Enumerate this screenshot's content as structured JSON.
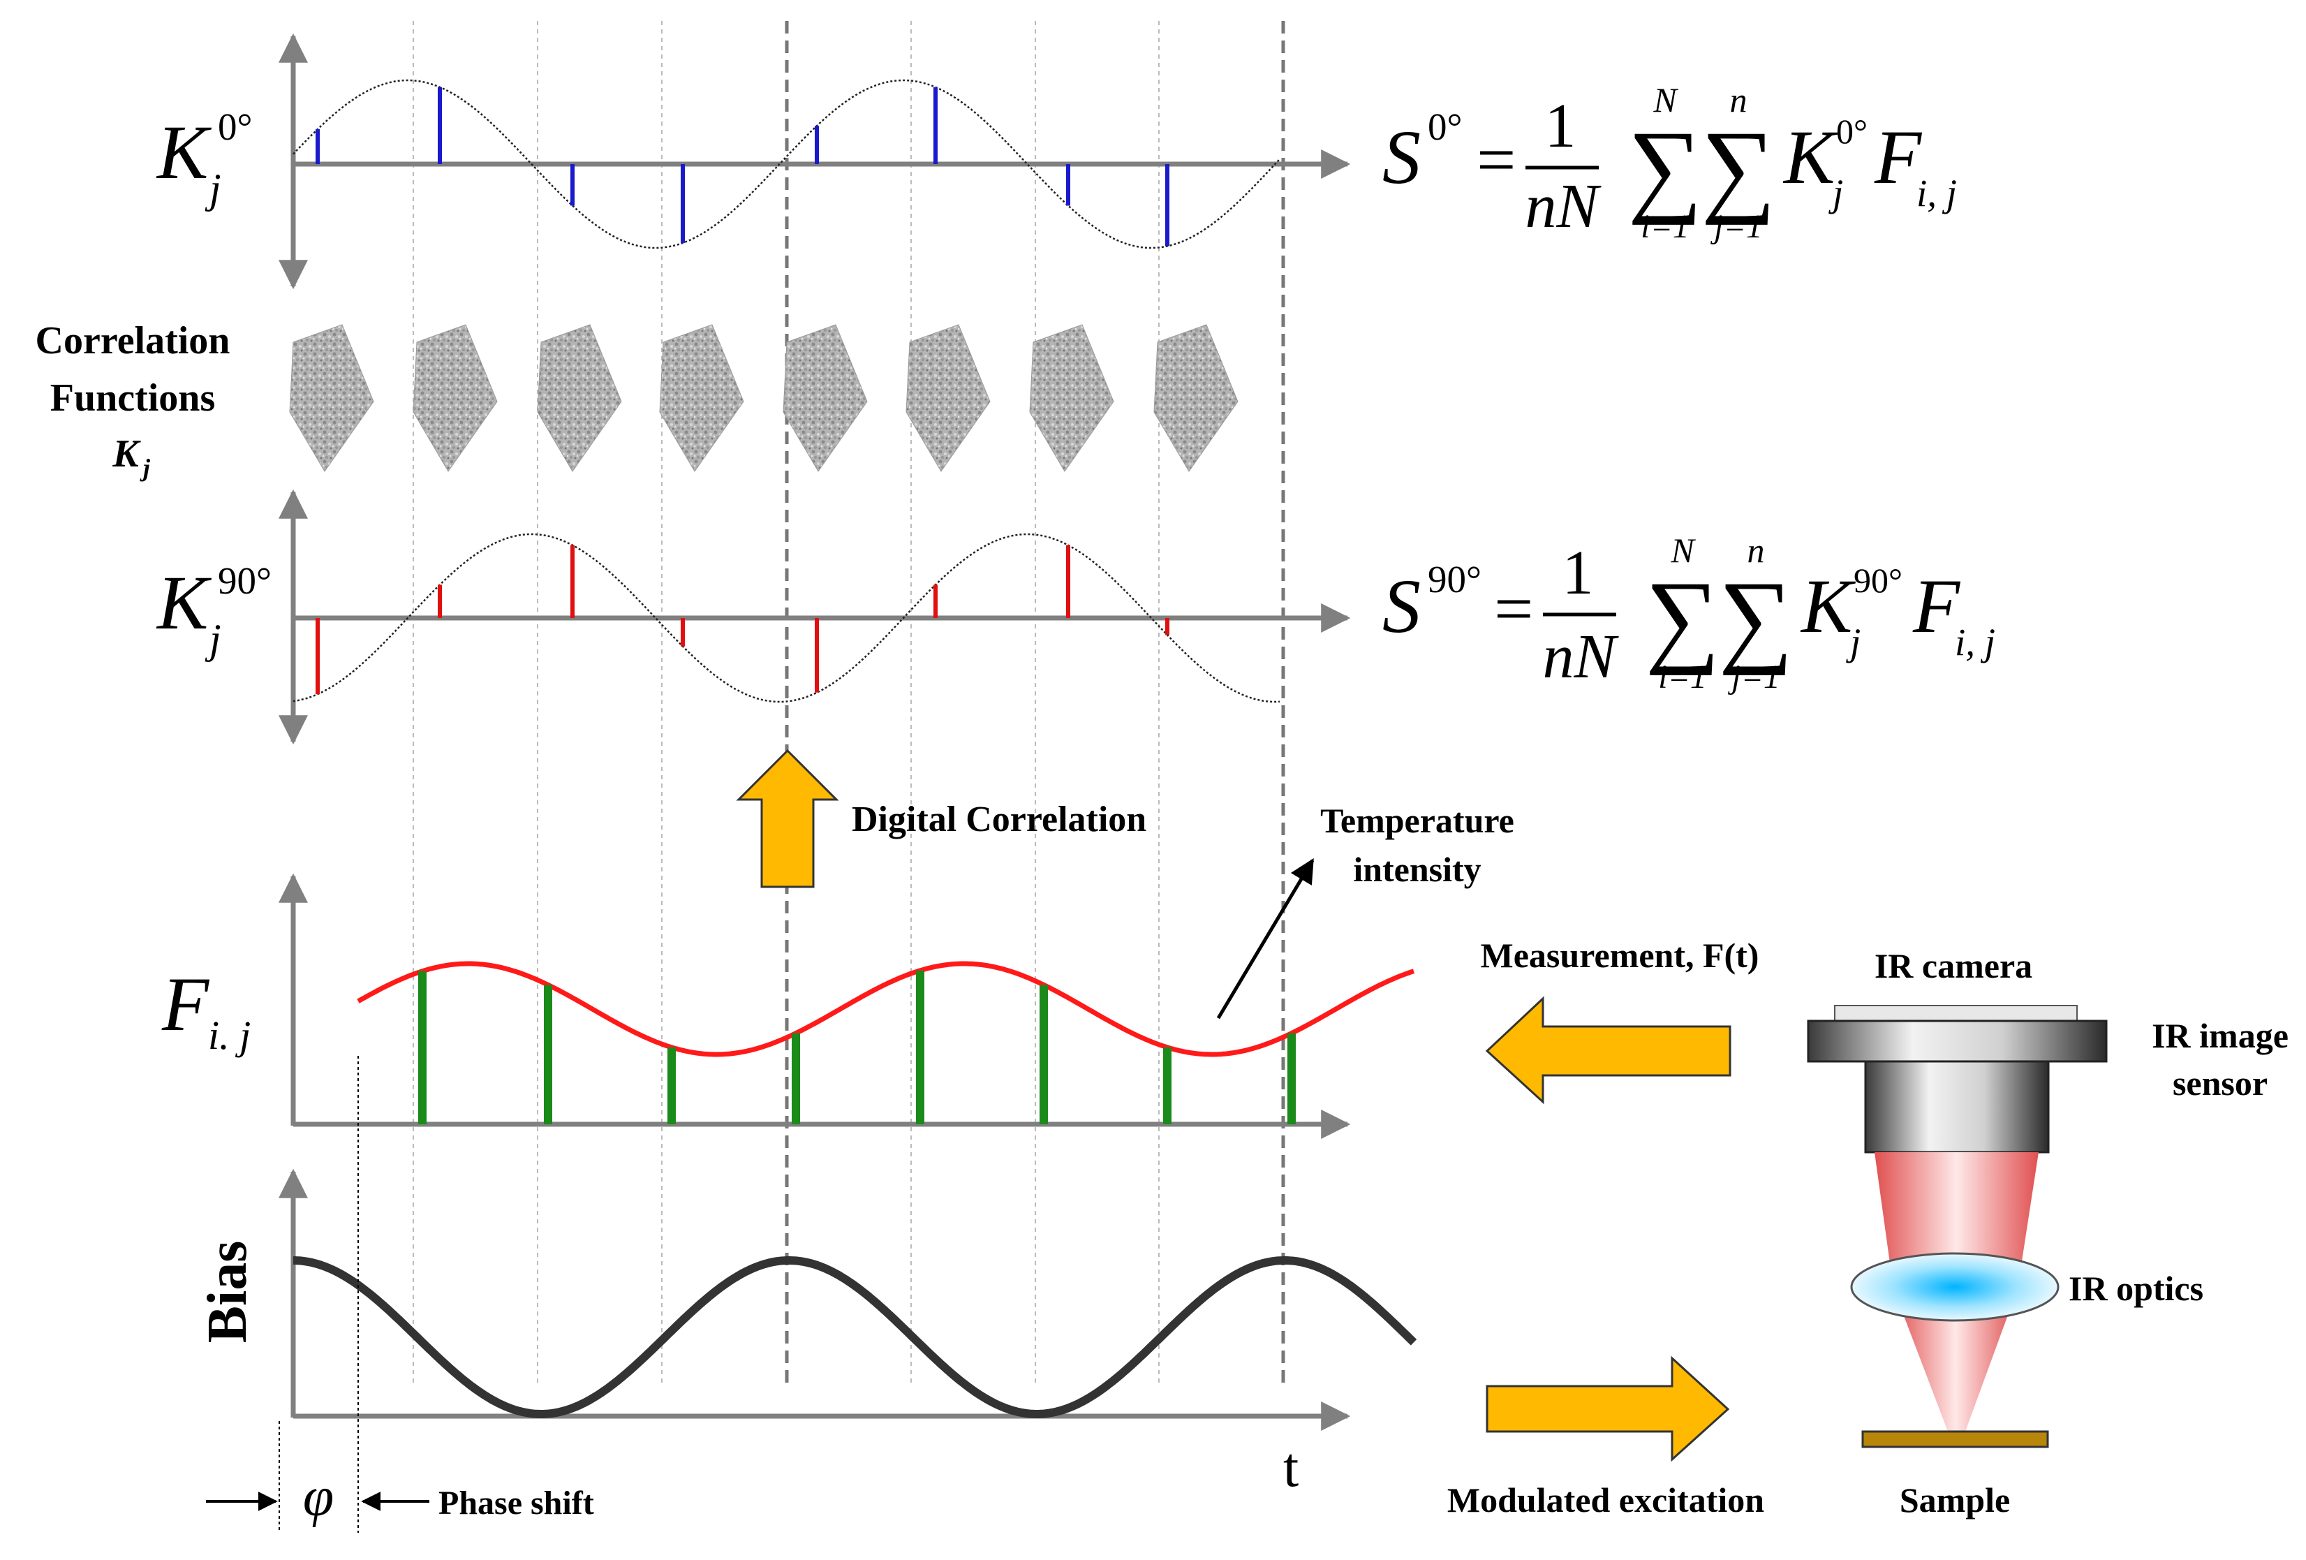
{
  "top_panel": {
    "k0_symbol": "K",
    "k0_sub": "j",
    "k0_sup": "0°",
    "k0_formula": {
      "lhs": "S",
      "lhs_sup": "0°",
      "eq": "=",
      "numerator": "1",
      "denominator": "nN",
      "sum1_top": "N",
      "sum1_bottom": "i=1",
      "sum2_top": "n",
      "sum2_bottom": "j=1",
      "term_k": "K",
      "term_k_sub": "j",
      "term_k_sup": "0°",
      "term_f": "F",
      "term_f_sub": "i, j"
    }
  },
  "correlation_label": {
    "line1": "Correlation",
    "line2": "Functions",
    "line3": "K",
    "line3_sub": "j"
  },
  "mid_panel": {
    "k90_symbol": "K",
    "k90_sub": "j",
    "k90_sup": "90°",
    "k90_formula": {
      "lhs": "S",
      "lhs_sup": "90°",
      "eq": "=",
      "numerator": "1",
      "denominator": "nN",
      "sum1_top": "N",
      "sum1_bottom": "i=1",
      "sum2_top": "n",
      "sum2_bottom": "j=1",
      "term_k": "K",
      "term_k_sub": "j",
      "term_k_sup": "90°",
      "term_f": "F",
      "term_f_sub": "i, j"
    }
  },
  "labels": {
    "digital_correlation": "Digital Correlation",
    "temperature_intensity_1": "Temperature",
    "temperature_intensity_2": "intensity",
    "measurement": "Measurement, F(t)",
    "f_symbol": "F",
    "f_sub": "i. j",
    "bias": "Bias",
    "t_axis": "t",
    "phi": "φ",
    "phase_shift": "Phase shift",
    "modulated_excitation": "Modulated excitation",
    "ir_camera": "IR camera",
    "ir_image_sensor_1": "IR image",
    "ir_image_sensor_2": "sensor",
    "ir_optics": "IR optics",
    "sample": "Sample"
  },
  "colors": {
    "axis": "#808080",
    "blue_sample": "#1a1acc",
    "red_sample": "#e01010",
    "green_sample": "#1a8a1a",
    "measurement_curve": "#ff1a1a",
    "bias_curve": "#333333",
    "arrow_fill": "#ffb900",
    "sample_fill": "#b8860b"
  }
}
